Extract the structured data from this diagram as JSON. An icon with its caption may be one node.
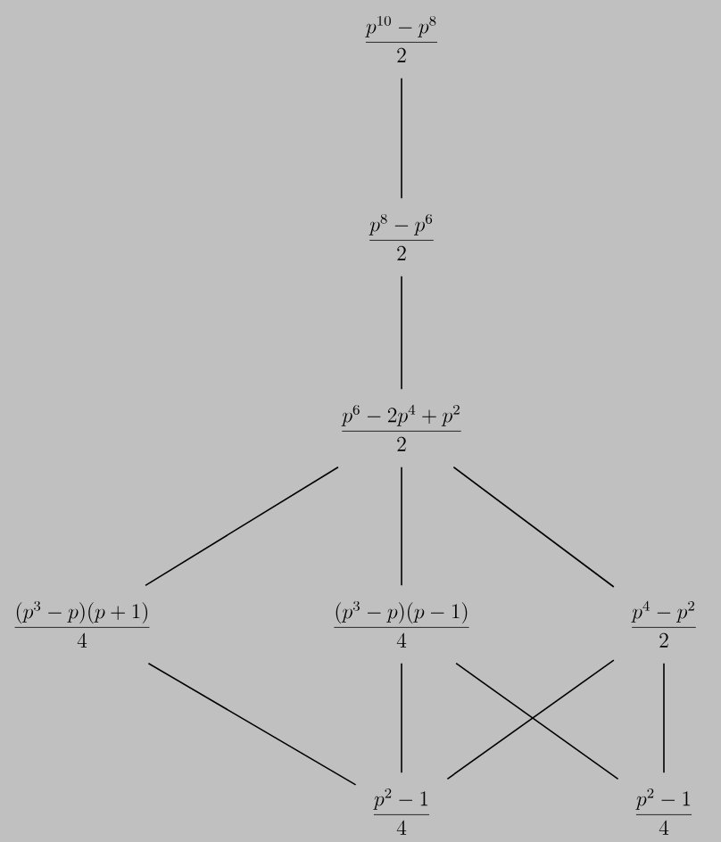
{
  "diagram": {
    "nodes": [
      {
        "text": [
          "\\frac{p^{10}-p^8}{2}"
        ]
      },
      {
        "text": [
          "\\frac{p^8-p^6}{2}"
        ]
      },
      {
        "text": [
          "\\frac{p^6-2p^4+p^2}{2}"
        ]
      },
      {
        "text": [
          "\\frac{(p^3-p)(p+1)}{4}"
        ]
      },
      {
        "text": [
          "\\frac{(p^3-p)(p-1)}{4}"
        ]
      },
      {
        "text": [
          "\\frac{p^4-p^2}{2}"
        ]
      },
      {
        "text": [
          "\\frac{p^2-1}{4}"
        ]
      },
      {
        "text": [
          "\\frac{p^2-1}{4}"
        ]
      }
    ],
    "edges": [
      {
        "from": 0,
        "to": 1,
        "arrow": "none"
      },
      {
        "from": 1,
        "to": 2,
        "arrow": "none"
      },
      {
        "from": 2,
        "to": 3,
        "arrow": "none"
      },
      {
        "from": 2,
        "to": 4,
        "arrow": "none"
      },
      {
        "from": 2,
        "to": 5,
        "arrow": "none"
      },
      {
        "from": 3,
        "to": 6,
        "arrow": "none"
      },
      {
        "from": 4,
        "to": 6,
        "arrow": "none"
      },
      {
        "from": 4,
        "to": 7,
        "arrow": "none"
      },
      {
        "from": 5,
        "to": 6,
        "arrow": "none"
      },
      {
        "from": 5,
        "to": 7,
        "arrow": "none"
      }
    ]
  }
}
